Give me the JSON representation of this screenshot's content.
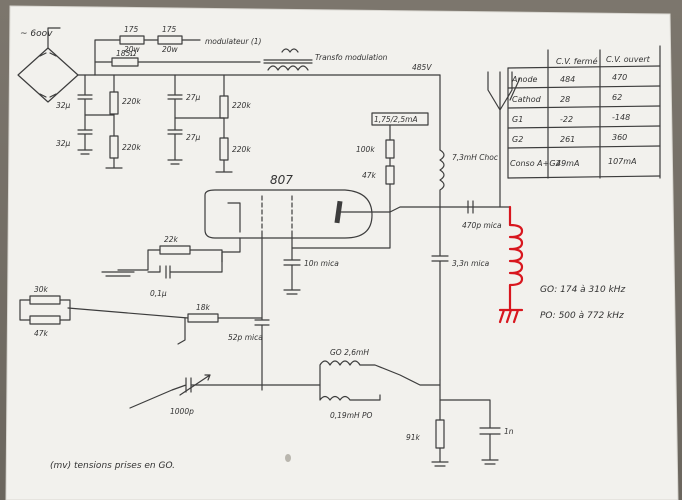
{
  "mains": "~ 6oov",
  "resistors_top": [
    "175",
    "175"
  ],
  "watt_labels": [
    "20w",
    "20w"
  ],
  "r_185": "185Ω",
  "modulateur": "modulateur (1)",
  "transfo": "Transfo modulation",
  "hv": "485V",
  "cap_32u_top": "32μ",
  "cap_32u_bot": "32μ",
  "r220k_a": "220k",
  "r220k_b": "220k",
  "r220k_c": "220k",
  "r220k_d": "220k",
  "cap27_a": "27μ",
  "cap27_b": "27μ",
  "tube": "807",
  "box_label": "1,75/2,5mA",
  "r100k": "100k",
  "r47k": "47k",
  "choke": "7,3mH Choc",
  "cap_470p": "470p mica",
  "cap_10n": "10n mica",
  "cap_3n3": "3,3n mica",
  "r22k": "22k",
  "cap_01u": "0,1μ",
  "r30k": "30k",
  "r47k_left": "47k",
  "r18k": "18k",
  "cap_52p": "52p mica",
  "go_coil": "GO 2,6mH",
  "po_coil": "0,19mH PO",
  "var_cap": "1000p",
  "r91k": "91k",
  "cap_1n": "1n",
  "go_range": "GO: 174 à 310 kHz",
  "po_range": "PO: 500 à 772 kHz",
  "note": "(mv) tensions prises en GO.",
  "table": {
    "headers": [
      "",
      "C.V. fermé",
      "C.V. ouvert"
    ],
    "rows": [
      [
        "Anode",
        "484",
        "470"
      ],
      [
        "Cathod",
        "28",
        "62"
      ],
      [
        "G1",
        "-22",
        "-148"
      ],
      [
        "G2",
        "261",
        "360"
      ],
      [
        "Conso A+G2",
        "49mA",
        "107mA"
      ]
    ]
  },
  "colors": {
    "ink": "#3d3d3d",
    "red_ink": "#d8161e",
    "paper": "#f2f1ed"
  }
}
